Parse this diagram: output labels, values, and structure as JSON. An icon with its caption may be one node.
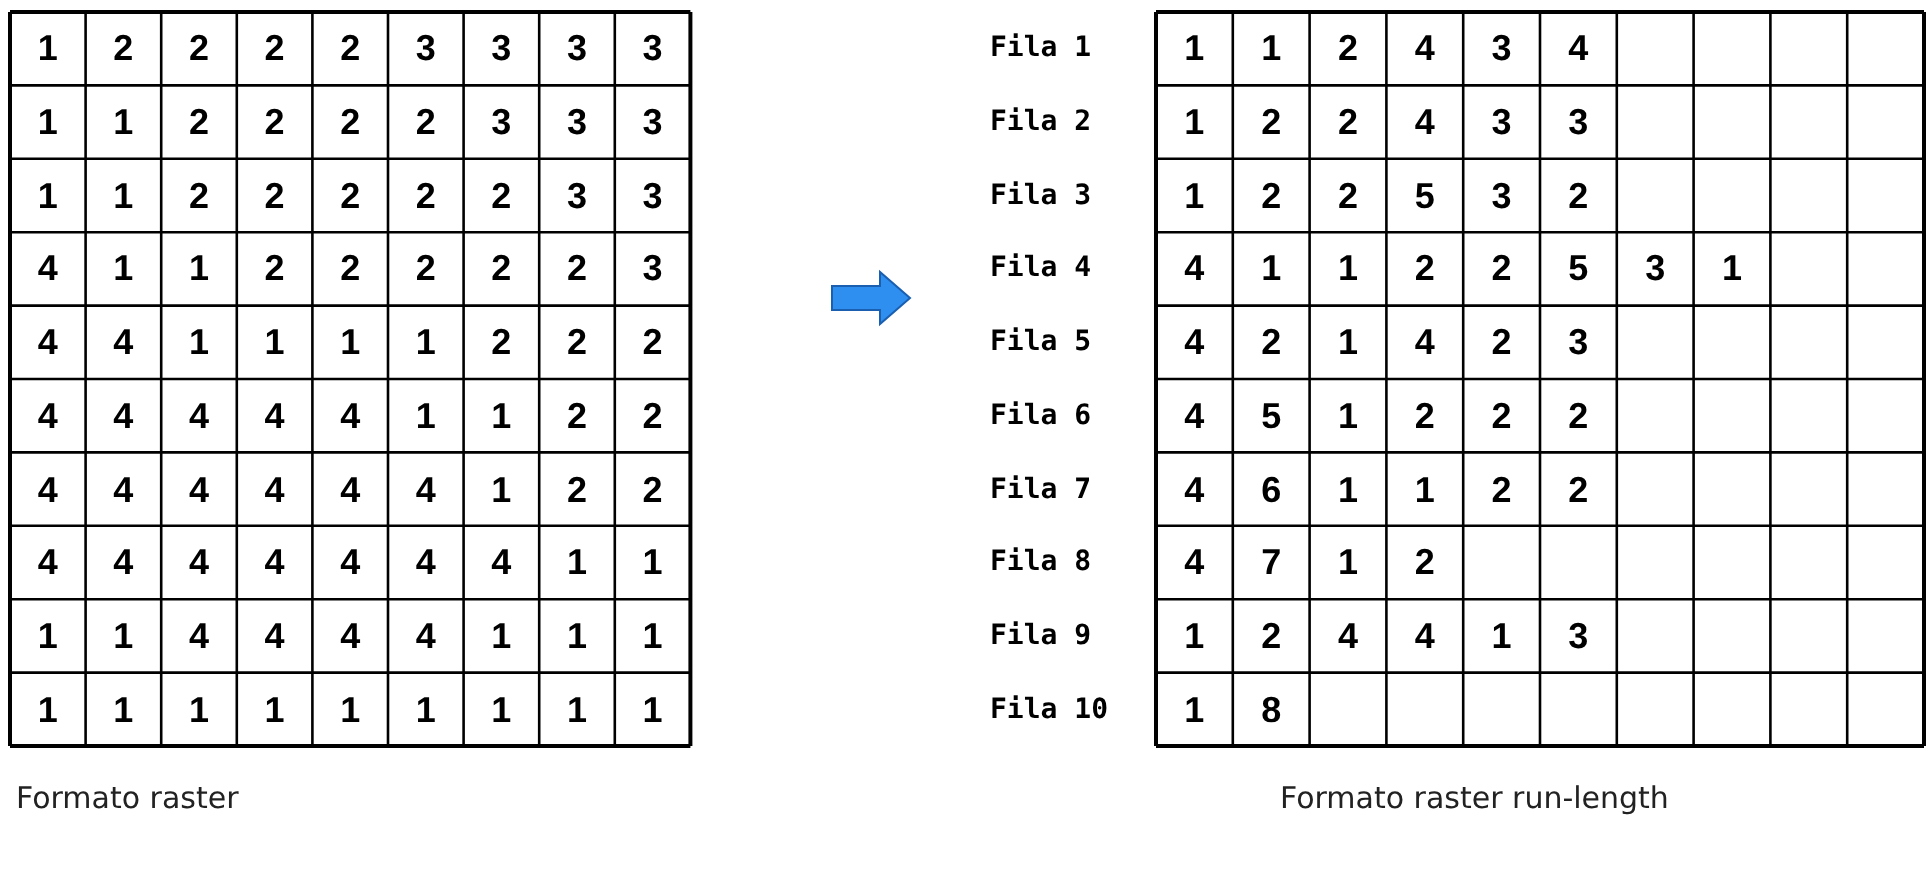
{
  "diagram": {
    "labels": [
      "1",
      "2",
      "2",
      "2",
      "2",
      "3",
      "3",
      "3",
      "3",
      "1",
      "1",
      "2",
      "2",
      "2",
      "2",
      "3",
      "3",
      "3",
      "1",
      "1",
      "2",
      "2",
      "2",
      "2",
      "2",
      "3",
      "3",
      "4",
      "1",
      "1",
      "2",
      "2",
      "2",
      "2",
      "2",
      "3",
      "4",
      "4",
      "1",
      "1",
      "1",
      "1",
      "2",
      "2",
      "2",
      "4",
      "4",
      "4",
      "4",
      "4",
      "1",
      "1",
      "2",
      "2",
      "4",
      "4",
      "4",
      "4",
      "4",
      "4",
      "1",
      "2",
      "2",
      "4",
      "4",
      "4",
      "4",
      "4",
      "4",
      "4",
      "1",
      "1",
      "1",
      "1",
      "4",
      "4",
      "4",
      "4",
      "1",
      "1",
      "1",
      "1",
      "1",
      "1",
      "1",
      "1",
      "1",
      "1",
      "1",
      "1",
      "Fila 1",
      "1",
      "1",
      "2",
      "4",
      "3",
      "4",
      "Fila 2",
      "1",
      "2",
      "2",
      "4",
      "3",
      "3",
      "Fila 3",
      "1",
      "2",
      "2",
      "5",
      "3",
      "2",
      "Fila 4",
      "4",
      "1",
      "1",
      "2",
      "2",
      "5",
      "3",
      "1",
      "Fila 5",
      "4",
      "2",
      "1",
      "4",
      "2",
      "3",
      "Fila 6",
      "4",
      "5",
      "1",
      "2",
      "2",
      "2",
      "Fila 7",
      "4",
      "6",
      "1",
      "1",
      "2",
      "2",
      "Fila 8",
      "4",
      "7",
      "1",
      "2",
      "Fila 9",
      "1",
      "2",
      "4",
      "4",
      "1",
      "3",
      "Fila 10",
      "1",
      "8",
      "Formato raster",
      "Formato raster run-length"
    ]
  }
}
